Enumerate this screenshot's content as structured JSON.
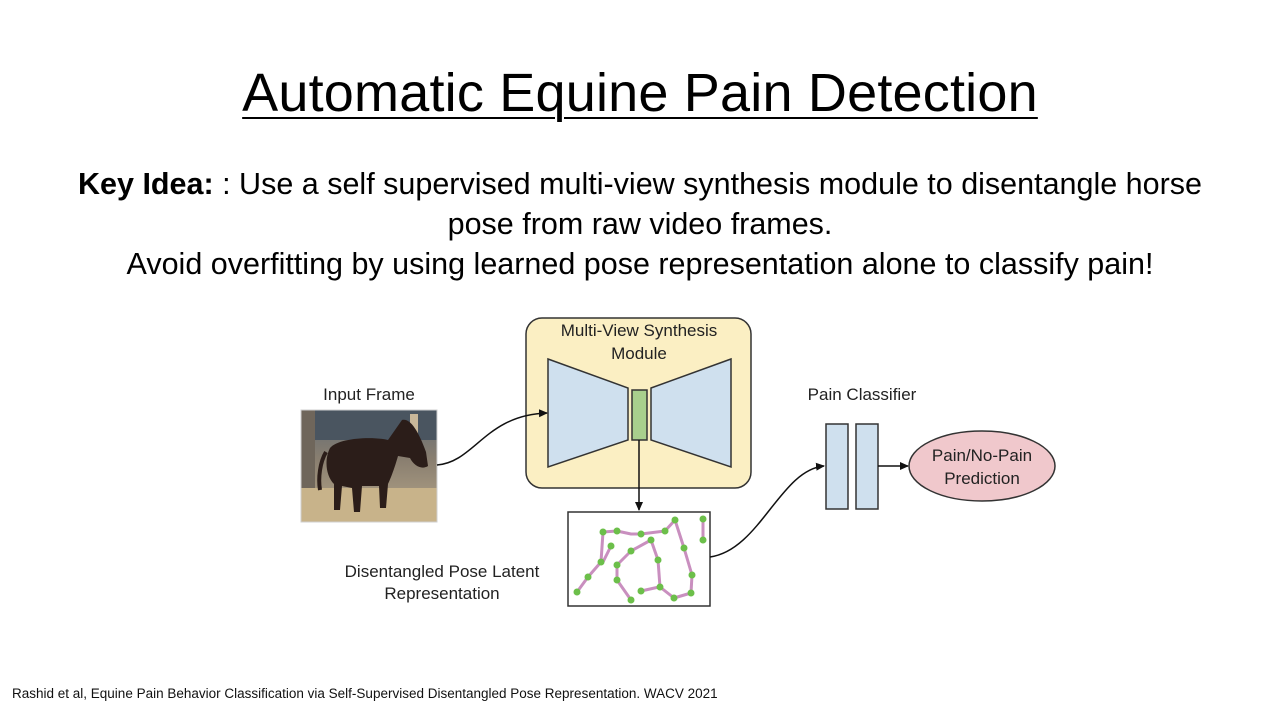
{
  "slide": {
    "title": "Automatic Equine Pain Detection",
    "key_idea_label": "Key Idea:",
    "key_idea_line1_rest": " : Use a self supervised multi-view synthesis module to disentangle horse",
    "key_idea_line2": "pose from raw video frames.",
    "key_idea_line3": "Avoid overfitting by using learned pose representation alone to classify pain!"
  },
  "diagram": {
    "input_label": "Input Frame",
    "module_label_line1": "Multi-View Synthesis",
    "module_label_line2": "Module",
    "classifier_label": "Pain Classifier",
    "prediction_line1": "Pain/No-Pain",
    "prediction_line2": "Prediction",
    "latent_label_line1": "Disentangled Pose Latent",
    "latent_label_line2": "Representation",
    "colors": {
      "module_fill": "#fbefc3",
      "encoder_fill": "#cfe0ee",
      "bottleneck_fill": "#a8d08d",
      "prediction_fill": "#f0c8cc",
      "pose_edge": "#c98fbf",
      "pose_joint": "#6cbf4a"
    },
    "horse_image_icon": "horse-photo"
  },
  "footnote": "Rashid et al, Equine Pain Behavior Classification via Self-Supervised Disentangled Pose Representation. WACV 2021"
}
